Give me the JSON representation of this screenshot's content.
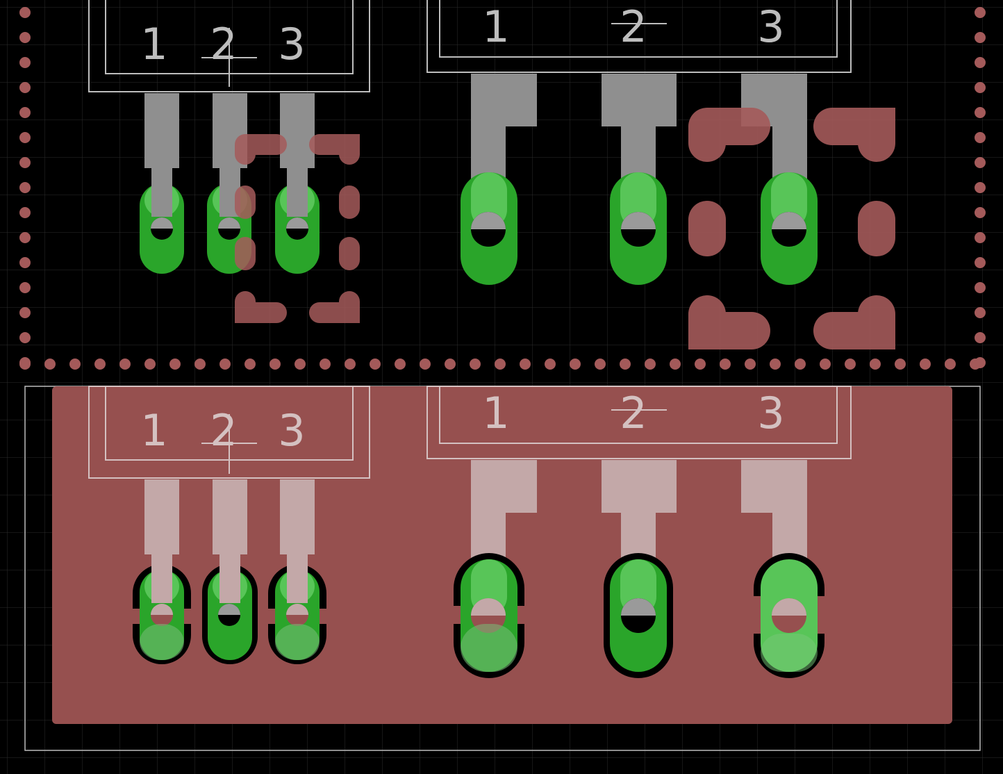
{
  "app": {
    "view": "PCB layout editor canvas"
  },
  "colors": {
    "background": "#000000",
    "grid": "#2c2c2c",
    "outline": "#bdbdbd",
    "copper_pour": "#96504f",
    "keepout": "#a45a5a",
    "pad_green": "#2aa52a",
    "pad_green_light": "#58c558",
    "silk_lead": "#8f8f8f",
    "silk_lead_light": "#c3a8a8"
  },
  "footprints": {
    "small_top": {
      "pins": [
        "1",
        "2",
        "3"
      ]
    },
    "large_top": {
      "pins": [
        "1",
        "2",
        "3"
      ]
    },
    "small_bottom": {
      "pins": [
        "1",
        "2",
        "3"
      ]
    },
    "large_bottom": {
      "pins": [
        "1",
        "2",
        "3"
      ]
    }
  }
}
